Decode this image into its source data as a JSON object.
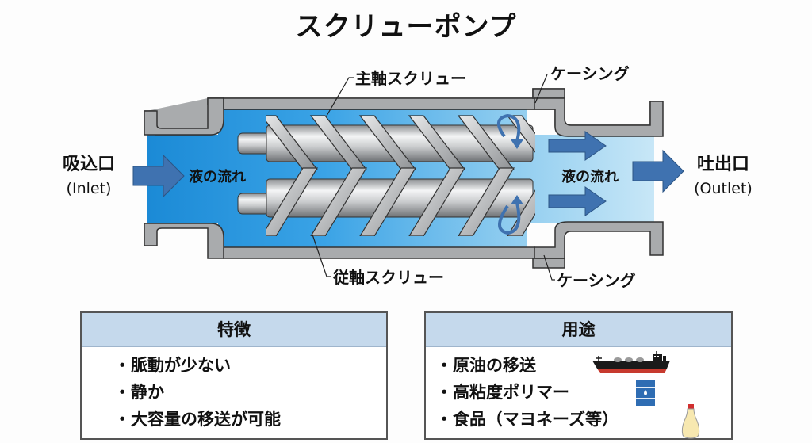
{
  "title": "スクリューポンプ",
  "labels": {
    "main_screw": "主軸スクリュー",
    "driven_screw": "従軸スクリュー",
    "casing_top": "ケーシング",
    "casing_bottom": "ケーシング",
    "inlet_jp": "吸込口",
    "inlet_en": "(Inlet)",
    "outlet_jp": "吐出口",
    "outlet_en": "(Outlet)",
    "flow_left": "液の流れ",
    "flow_right": "液の流れ"
  },
  "colors": {
    "fluid_dark": "#1e8fd8",
    "fluid_light": "#bfe2f6",
    "casing": "#a9abad",
    "arrow": "#3f72b0",
    "header_band": "#c5d9ec"
  },
  "features": {
    "heading": "特徴",
    "bullet": "・",
    "items": [
      "脈動が少ない",
      "静か",
      "大容量の移送が可能"
    ]
  },
  "uses": {
    "heading": "用途",
    "bullet": "・",
    "items": [
      {
        "label": "原油の移送",
        "icon": "tanker-ship-icon"
      },
      {
        "label": "高粘度ポリマー",
        "icon": "oil-drum-icon"
      },
      {
        "label": "食品（マヨネーズ等）",
        "icon": "mayonnaise-bottle-icon"
      }
    ]
  }
}
